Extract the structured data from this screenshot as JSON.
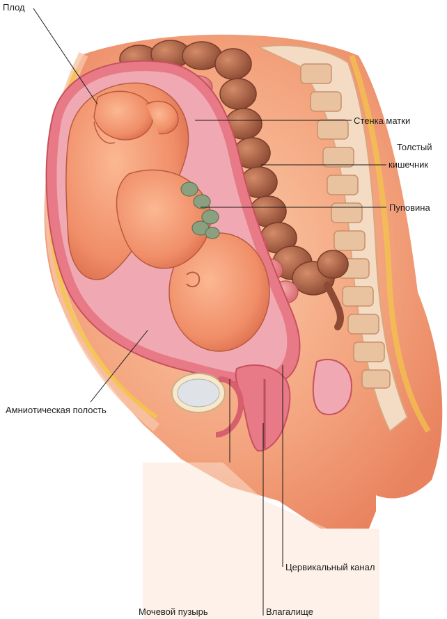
{
  "labels": {
    "placenta": "Плод",
    "uterine_wall": "Стенка матки",
    "large_intestine": "Толстый кишечник",
    "large_intestine_line1": "Толстый",
    "large_intestine_line2": "кишечник",
    "umbilical_cord": "Пуповина",
    "amniotic_cavity": "Амниотическая полость",
    "cervical_canal": "Цервикальный канал",
    "bladder": "Мочевой пузырь",
    "vagina": "Влагалище"
  },
  "colors": {
    "skin": "#f3a47e",
    "skin_light": "#f8c6a4",
    "uterus_wall": "#e77a86",
    "uterus_inner": "#f0a9b2",
    "intestine": "#b9704f",
    "intestine_dark": "#8d4a34",
    "small_intestine": "#e98a8c",
    "spine_bone": "#f3dbc4",
    "fat_yellow": "#f3c64a",
    "cord": "#8aa07f",
    "leader": "#1a1a1a"
  }
}
